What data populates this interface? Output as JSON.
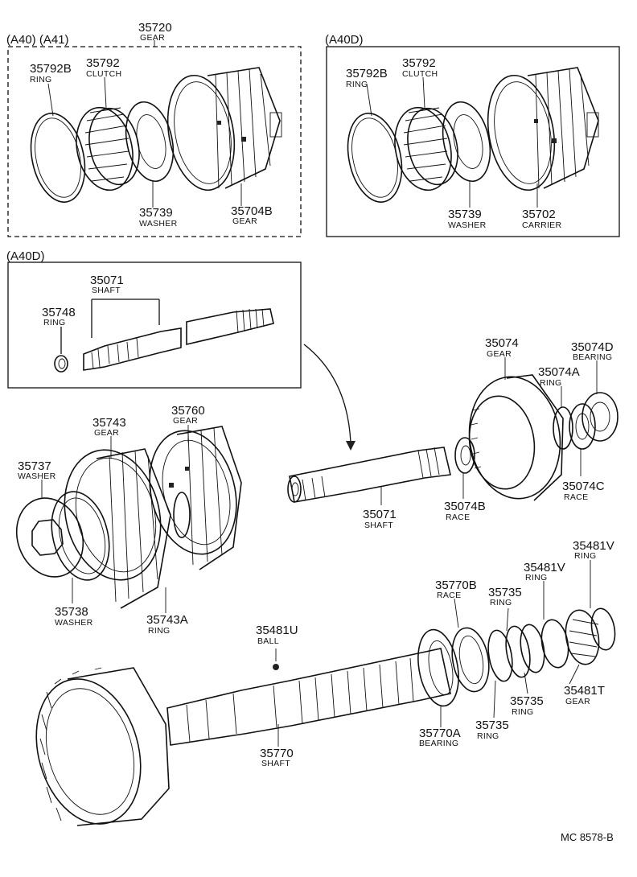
{
  "sections": {
    "a40_a41": "(A40)  (A41)",
    "a40d_top": "(A40D)",
    "a40d_shaft": "(A40D)"
  },
  "parts": {
    "p35720": {
      "num": "35720",
      "name": "GEAR"
    },
    "p35792b_1": {
      "num": "35792B",
      "name": "RING"
    },
    "p35792_1": {
      "num": "35792",
      "name": "CLUTCH"
    },
    "p35739_1": {
      "num": "35739",
      "name": "WASHER"
    },
    "p35704b": {
      "num": "35704B",
      "name": "GEAR"
    },
    "p35792b_2": {
      "num": "35792B",
      "name": "RING"
    },
    "p35792_2": {
      "num": "35792",
      "name": "CLUTCH"
    },
    "p35739_2": {
      "num": "35739",
      "name": "WASHER"
    },
    "p35702": {
      "num": "35702",
      "name": "CARRIER"
    },
    "p35071_1": {
      "num": "35071",
      "name": "SHAFT"
    },
    "p35748": {
      "num": "35748",
      "name": "RING"
    },
    "p35074": {
      "num": "35074",
      "name": "GEAR"
    },
    "p35074d": {
      "num": "35074D",
      "name": "BEARING"
    },
    "p35074a": {
      "num": "35074A",
      "name": "RING"
    },
    "p35074c": {
      "num": "35074C",
      "name": "RACE"
    },
    "p35074b": {
      "num": "35074B",
      "name": "RACE"
    },
    "p35071_2": {
      "num": "35071",
      "name": "SHAFT"
    },
    "p35743": {
      "num": "35743",
      "name": "GEAR"
    },
    "p35760": {
      "num": "35760",
      "name": "GEAR"
    },
    "p35737": {
      "num": "35737",
      "name": "WASHER"
    },
    "p35738": {
      "num": "35738",
      "name": "WASHER"
    },
    "p35743a": {
      "num": "35743A",
      "name": "RING"
    },
    "p35481v_1": {
      "num": "35481V",
      "name": "RING"
    },
    "p35481v_2": {
      "num": "35481V",
      "name": "RING"
    },
    "p35770b": {
      "num": "35770B",
      "name": "RACE"
    },
    "p35735_1": {
      "num": "35735",
      "name": "RING"
    },
    "p35481u": {
      "num": "35481U",
      "name": "BALL"
    },
    "p35735_2": {
      "num": "35735",
      "name": "RING"
    },
    "p35481t": {
      "num": "35481T",
      "name": "GEAR"
    },
    "p35735_3": {
      "num": "35735",
      "name": "RING"
    },
    "p35770a": {
      "num": "35770A",
      "name": "BEARING"
    },
    "p35770": {
      "num": "35770",
      "name": "SHAFT"
    }
  },
  "footer": {
    "code": "MC 8578-B"
  }
}
